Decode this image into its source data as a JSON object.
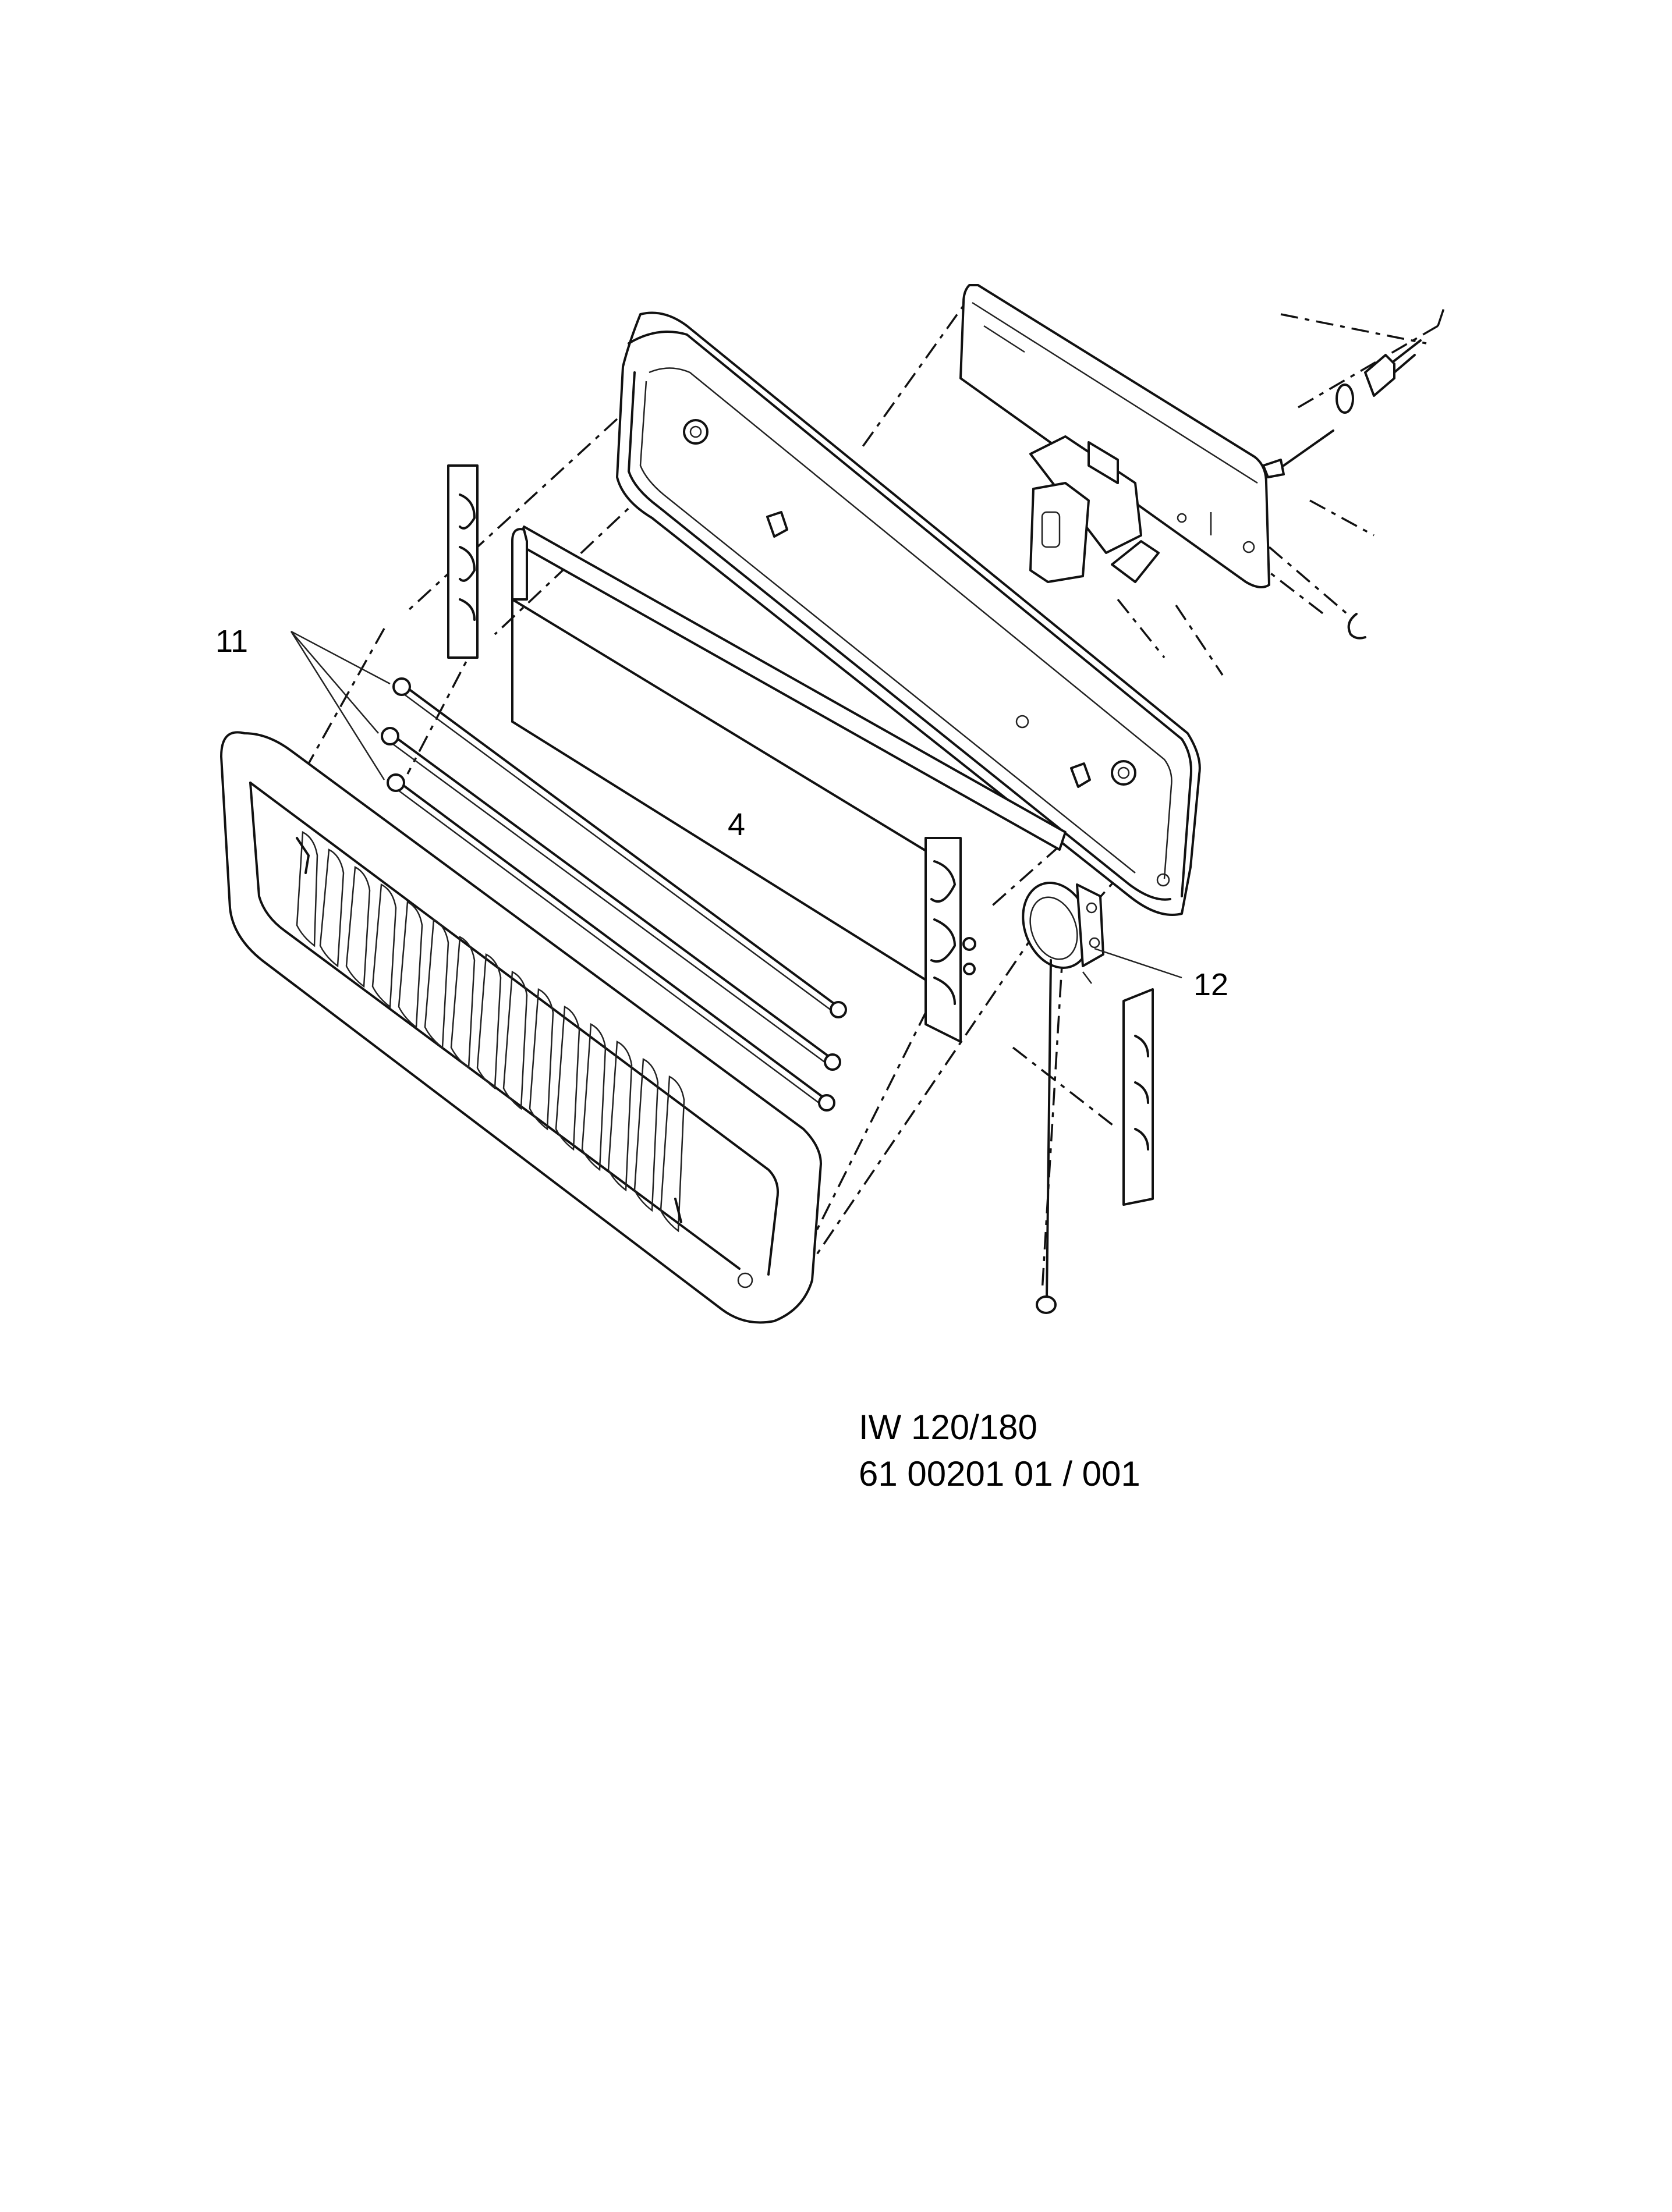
{
  "callouts": {
    "c11": "11",
    "c4": "4",
    "c12": "12"
  },
  "model": {
    "name": "IW 120/180",
    "code": "61 00201 01 / 001"
  }
}
